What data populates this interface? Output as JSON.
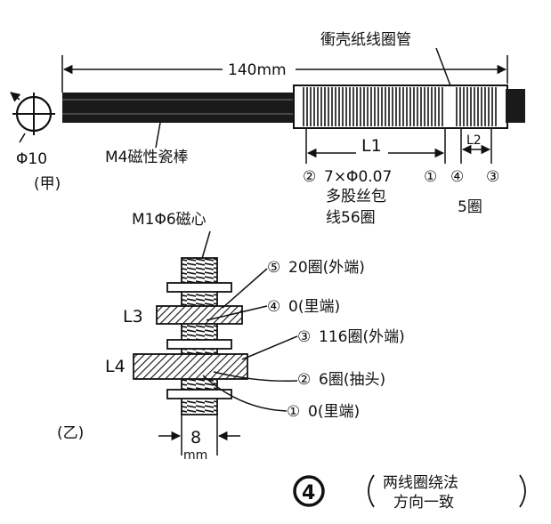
{
  "figure": {
    "top": {
      "coil_tube_label": "衝壳纸线圈管",
      "length_label": "140mm",
      "diameter_label": "Φ10",
      "rod_label": "M4磁性瓷棒",
      "part_tag": "(甲)",
      "l1_label": "L1",
      "l2_label": "L2",
      "l1_marker_left": "②",
      "l1_winding_line1": "7×Φ0.07",
      "l1_winding_line2": "多股丝包",
      "l1_winding_line3": "线56圈",
      "l1_marker_right": "①",
      "l2_marker_left": "④",
      "l2_marker_right": "③",
      "l2_turns": "5圈"
    },
    "bottom": {
      "core_label": "M1Φ6磁心",
      "l3_label": "L3",
      "l4_label": "L4",
      "part_tag": "(乙)",
      "width_value": "8",
      "width_unit": "mm",
      "callouts": [
        {
          "marker": "⑤",
          "text": "20圈(外端)"
        },
        {
          "marker": "④",
          "text": "0(里端)"
        },
        {
          "marker": "③",
          "text": "116圈(外端)"
        },
        {
          "marker": "②",
          "text": "6圈(抽头)"
        },
        {
          "marker": "①",
          "text": "0(里端)"
        }
      ]
    },
    "figure_number": "4",
    "note_line1": "两线圈绕法",
    "note_line2": "方向一致"
  }
}
